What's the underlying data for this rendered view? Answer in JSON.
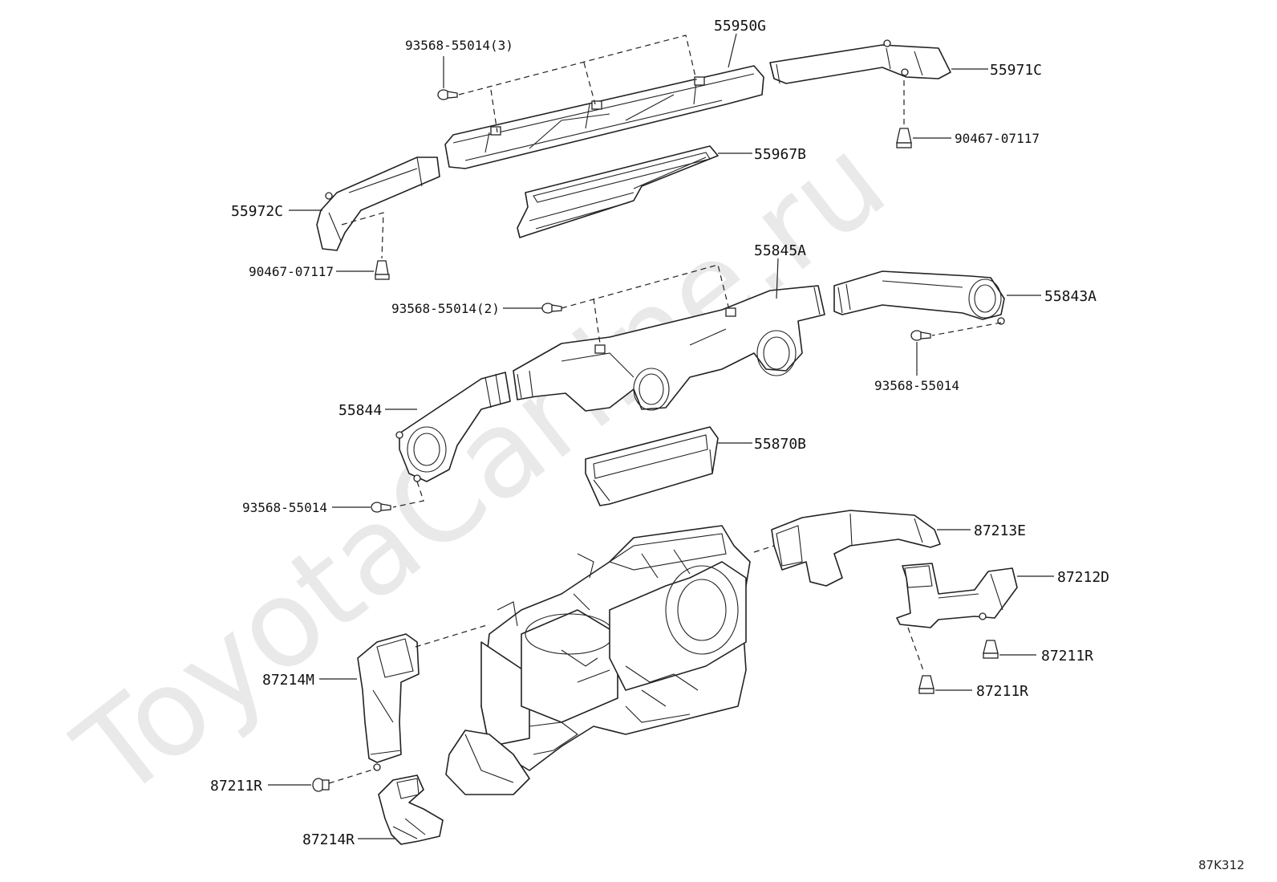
{
  "watermark": "ToyotaCarline.ru",
  "diagram_ref": "87K312",
  "labels": {
    "p55950G": "55950G",
    "p93568_3": "93568-55014(3)",
    "p55971C": "55971C",
    "p90467_a": "90467-07117",
    "p55967B": "55967B",
    "p55972C": "55972C",
    "p90467_b": "90467-07117",
    "p55845A": "55845A",
    "p93568_2": "93568-55014(2)",
    "p55843A": "55843A",
    "p93568_a": "93568-55014",
    "p55844": "55844",
    "p55870B": "55870B",
    "p93568_b": "93568-55014",
    "p87213E": "87213E",
    "p87212D": "87212D",
    "p87211R_a": "87211R",
    "p87211R_b": "87211R",
    "p87214M": "87214M",
    "p87211R_c": "87211R",
    "p87214R": "87214R"
  }
}
